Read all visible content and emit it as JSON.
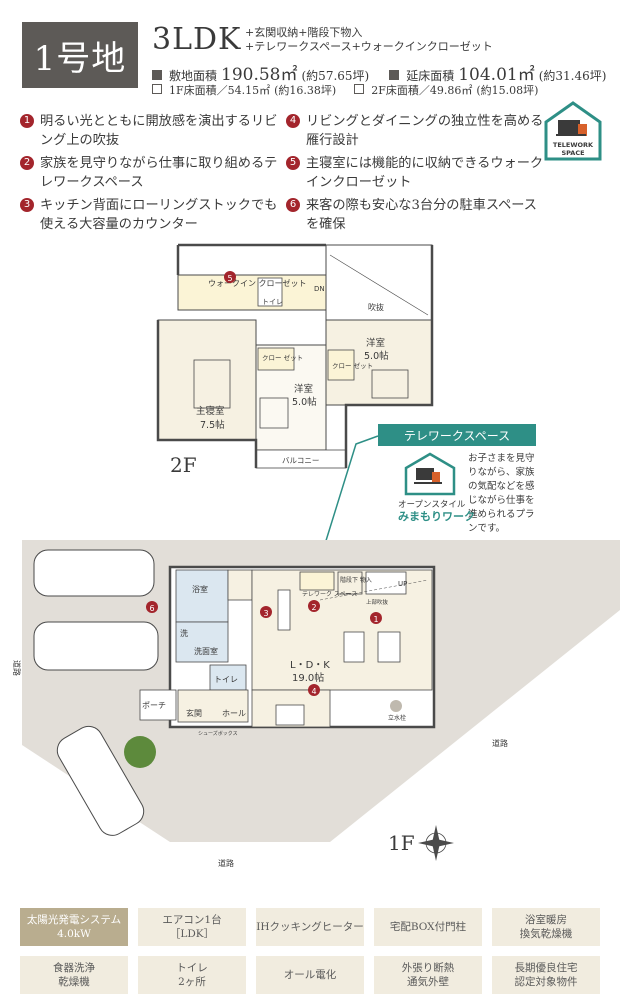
{
  "header": {
    "lot": "1号地",
    "layout": "3LDK",
    "extras": [
      "+玄関収納+階段下物入",
      "+テレワークスペース+ウォークインクローゼット"
    ],
    "site_area": {
      "label": "敷地面積",
      "value": "190.58㎡",
      "tsubo": "(約57.65坪)"
    },
    "floor_area": {
      "label": "延床面積",
      "value": "104.01㎡",
      "tsubo": "(約31.46坪)"
    },
    "floor1": {
      "label": "1F床面積／54.15㎡",
      "tsubo": "(約16.38坪)"
    },
    "floor2": {
      "label": "2F床面積／49.86㎡",
      "tsubo": "(約15.08坪)"
    }
  },
  "features": [
    {
      "num": "1",
      "text": "明るい光とともに開放感を演出するリビング上の吹抜"
    },
    {
      "num": "2",
      "text": "家族を見守りながら仕事に取り組めるテレワークスペース"
    },
    {
      "num": "3",
      "text": "キッチン背面にローリングストックでも使える大容量のカウンター"
    },
    {
      "num": "4",
      "text": "リビングとダイニングの独立性を高める雁行設計"
    },
    {
      "num": "5",
      "text": "主寝室には機能的に収納できるウォークインクローゼット"
    },
    {
      "num": "6",
      "text": "来客の際も安心な3台分の駐車スペースを確保"
    }
  ],
  "telework_icon": {
    "line1": "TELEWORK",
    "line2": "SPACE"
  },
  "callout": {
    "title": "テレワークスペース",
    "note": "お子さまを見守りながら、家族の気配などを感じながら仕事を進められるプランです。",
    "style_top": "オープンスタイル",
    "style_name": "みまもりワーク"
  },
  "floor2": {
    "label": "2F",
    "rooms": {
      "wic": "ウォークイン クローゼット",
      "toilet": "トイレ",
      "master": "主寝室",
      "master_size": "7.5帖",
      "closet": "クロー ゼット",
      "youshitsu": "洋室",
      "youshitsu_size": "5.0帖",
      "youshitsu2": "洋室",
      "youshitsu2_size": "5.0帖",
      "fukinuke": "吹抜",
      "balcony": "バルコニー",
      "dn": "DN"
    }
  },
  "floor1": {
    "label": "1F",
    "rooms": {
      "bath": "浴室",
      "wash": "洗",
      "senmen": "洗面室",
      "toilet": "トイレ",
      "porch": "ポーチ",
      "genkan": "玄関",
      "hall": "ホール",
      "ldk": "L・D・K",
      "ldk_size": "19.0帖",
      "telework": "テレワーク スペース",
      "stairs_store": "階段下 物入",
      "up": "UP",
      "shoes": "シューズボックス",
      "fukinuke_mark": "上部吹抜",
      "tree": "立水栓",
      "road": "道路"
    },
    "markers": [
      "1",
      "2",
      "3",
      "4",
      "6"
    ],
    "marker5": "5"
  },
  "equipment": [
    {
      "text": "太陽光発電システム\n4.0kW",
      "highlight": true
    },
    {
      "text": "エアコン1台\n［LDK］",
      "highlight": false
    },
    {
      "text": "IHクッキングヒーター",
      "highlight": false
    },
    {
      "text": "宅配BOX付門柱",
      "highlight": false
    },
    {
      "text": "浴室暖房\n換気乾燥機",
      "highlight": false
    },
    {
      "text": "食器洗浄\n乾燥機",
      "highlight": false
    },
    {
      "text": "トイレ\n2ヶ所",
      "highlight": false
    },
    {
      "text": "オール電化",
      "highlight": false
    },
    {
      "text": "外張り断熱\n通気外壁",
      "highlight": false
    },
    {
      "text": "長期優良住宅\n認定対象物件",
      "highlight": false
    }
  ],
  "colors": {
    "accent_red": "#a3252c",
    "teal": "#2e8f86",
    "badge": "#5d5a57",
    "equip_bg": "#f1ecdf",
    "equip_hl": "#b9ad8f"
  }
}
